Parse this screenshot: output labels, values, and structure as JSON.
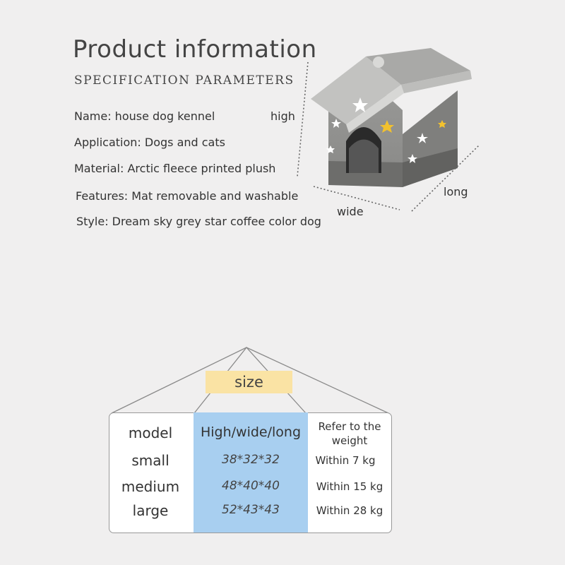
{
  "header": {
    "title": "Product information",
    "subtitle": "SPECIFICATION PARAMETERS"
  },
  "specs": [
    "Name: house dog kennel",
    "Application: Dogs and cats",
    "Material: Arctic fleece printed plush",
    "Features: Mat removable and washable",
    "Style: Dream sky grey star coffee color dog"
  ],
  "dimensions": {
    "high": "high",
    "wide": "wide",
    "long": "long"
  },
  "size_table": {
    "label": "size",
    "headers": [
      "model",
      "High/wide/long",
      "Refer to the weight"
    ],
    "rows": [
      {
        "model": "small",
        "dims": "38*32*32",
        "weight": "Within 7 kg"
      },
      {
        "model": "medium",
        "dims": "48*40*40",
        "weight": "Within 15 kg"
      },
      {
        "model": "large",
        "dims": "52*43*43",
        "weight": "Within 28 kg"
      }
    ]
  },
  "colors": {
    "background": "#f0efef",
    "size_label_bg": "#fae3a4",
    "dims_column_bg": "#a8cff0",
    "star_yellow": "#f2c12e"
  }
}
